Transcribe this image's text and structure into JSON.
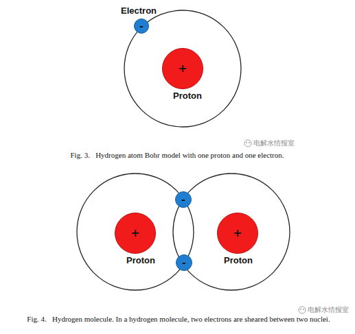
{
  "diagram": {
    "nodes": [
      {
        "text": [
          "Electron",
          "-"
        ]
      },
      {
        "text": [
          "+",
          "Proton"
        ]
      },
      {
        "text": [
          "-"
        ]
      },
      {
        "text": [
          "+",
          "Proton"
        ]
      },
      {
        "text": [
          "+",
          "Proton"
        ]
      },
      {
        "text": [
          "-"
        ]
      }
    ],
    "labels": [
      "Fig. 3.   Hydrogen atom Bohr model with one proton and one electron.",
      "电解水情报室",
      "Fig. 4.   Hydrogen molecule. In a hydrogen molecule, two electrons are sheared between two nuclei.",
      "电解水情报室"
    ]
  }
}
